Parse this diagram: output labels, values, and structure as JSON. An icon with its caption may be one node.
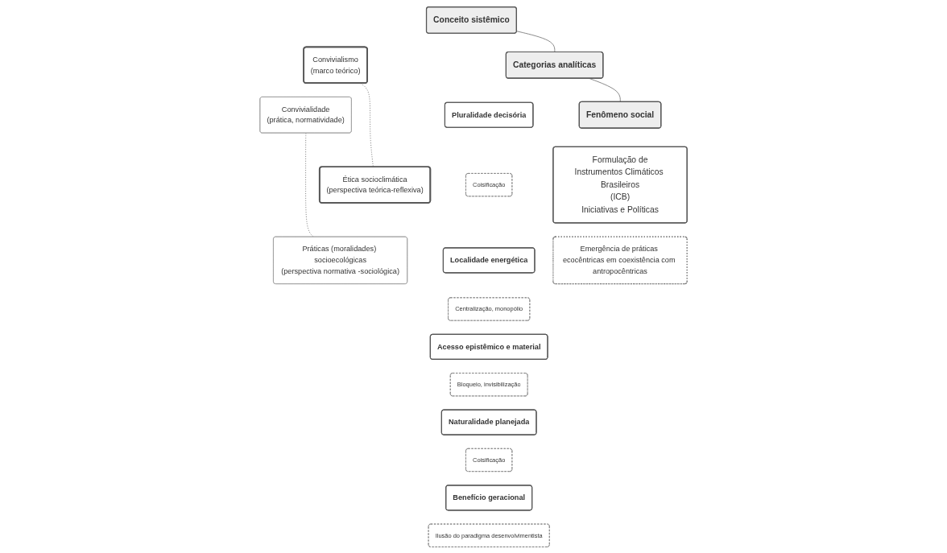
{
  "diagram": {
    "nodes": [
      {
        "text": [
          "Conceito sistêmico"
        ]
      },
      {
        "text": [
          "Categorias analíticas"
        ]
      },
      {
        "text": [
          "Fenômeno social"
        ]
      },
      {
        "text": [
          "Convivialismo",
          "(marco teórico)"
        ]
      },
      {
        "text": [
          "Convivialidade",
          "(prática, normatividade)"
        ]
      },
      {
        "text": [
          "Ética socioclimática",
          "(perspectiva teórica-reflexiva)"
        ]
      },
      {
        "text": [
          "Práticas (moralidades) socioecológicas",
          "(perspectiva normativa -sociológica)"
        ]
      },
      {
        "text": [
          "Pluralidade decisória"
        ]
      },
      {
        "text": [
          "Coisificação"
        ]
      },
      {
        "text": [
          "Localidade energética"
        ]
      },
      {
        "text": [
          "Centralização, monopólio"
        ]
      },
      {
        "text": [
          "Acesso epistêmico e material"
        ]
      },
      {
        "text": [
          "Bloqueio, invisibilização"
        ]
      },
      {
        "text": [
          "Naturalidade planejada"
        ]
      },
      {
        "text": [
          "Coisificação"
        ]
      },
      {
        "text": [
          "Benefício geracional"
        ]
      },
      {
        "text": [
          "Ilusão do paradigma desenvolvimentista"
        ]
      },
      {
        "text": [
          "Formulação de",
          "Instrumentos Climáticos Brasileiros",
          "(ICB)",
          "Iniciativas e Políticas"
        ]
      },
      {
        "text": [
          "Emergência de práticas ecocêntricas em coexistência com antropocêntricas"
        ]
      }
    ],
    "edges": [
      {
        "from": 0,
        "to": 1,
        "arrow": "none"
      },
      {
        "from": 1,
        "to": 2,
        "arrow": "none"
      },
      {
        "from": 3,
        "to": 5,
        "arrow": "none",
        "style": "dashed"
      },
      {
        "from": 4,
        "to": 6,
        "arrow": "none",
        "style": "dashed"
      }
    ]
  }
}
